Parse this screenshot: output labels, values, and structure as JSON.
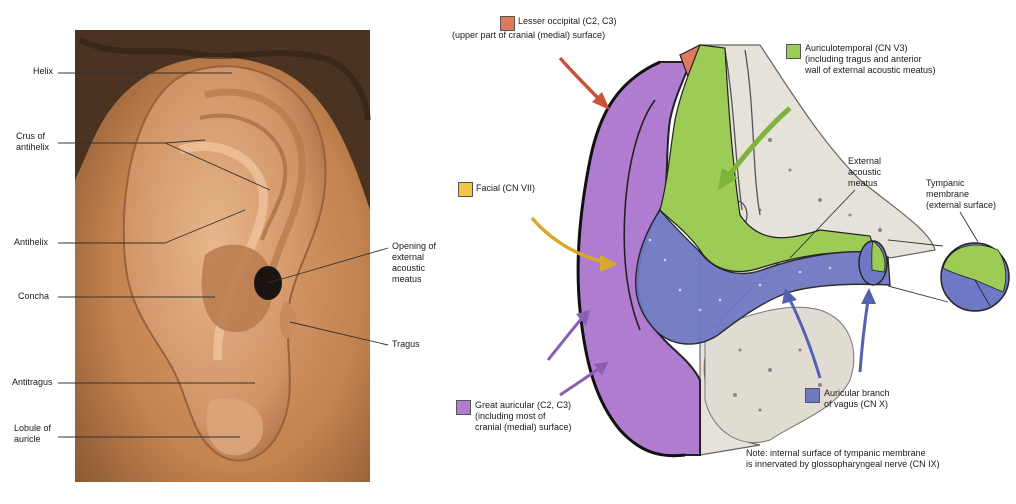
{
  "photo_labels": {
    "helix": "Helix",
    "crus_of_antihelix": [
      "Crus of",
      "antihelix"
    ],
    "antihelix": "Antihelix",
    "concha": "Concha",
    "antitragus": "Antitragus",
    "lobule": [
      "Lobule of",
      "auricle"
    ],
    "opening": [
      "Opening of",
      "external",
      "acoustic",
      "meatus"
    ],
    "tragus": "Tragus"
  },
  "diagram_labels": {
    "lesser_occipital": [
      "Lesser occipital (C2, C3)",
      "(upper part of cranial (medial) surface)"
    ],
    "auriculotemporal": [
      "Auriculotemporal (CN V3)",
      "(including tragus and anterior",
      "wall of external acoustic meatus)"
    ],
    "external_meatus": [
      "External",
      "acoustic",
      "meatus"
    ],
    "tympanic_membrane": [
      "Tympanic",
      "membrane",
      "(external surface)"
    ],
    "facial": "Facial (CN VII)",
    "great_auricular": [
      "Great auricular (C2, C3)",
      "(including most of",
      "cranial (medial) surface)"
    ],
    "vagus": [
      "Auricular branch",
      "of vagus (CN X)"
    ],
    "note": [
      "Note: internal surface of tympanic membrane",
      "is innervated by glossopharyngeal nerve (CN IX)"
    ]
  },
  "colors": {
    "lesser_occipital": "#e07a5f",
    "auriculotemporal": "#9ccc55",
    "facial": "#f2c640",
    "great_auricular": "#b07cd0",
    "vagus": "#6f78c4",
    "bone": "#e6e2da",
    "skin": "#c98a5a",
    "hair": "#4a3320"
  }
}
